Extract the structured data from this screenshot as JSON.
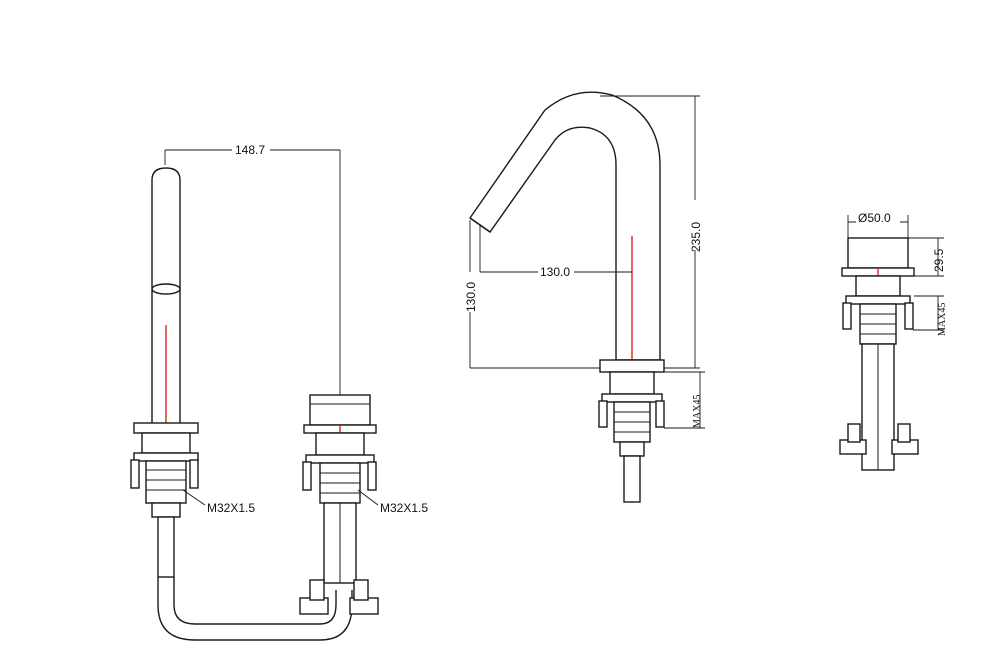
{
  "dimensions": {
    "spout_reach_left": "148.7",
    "thread_left_1": "M32X1.5",
    "thread_left_2": "M32X1.5",
    "height_total": "235.0",
    "spout_reach": "130.0",
    "spout_height": "130.0",
    "max_deck_1": "MAX45",
    "diameter": "Ø50.0",
    "handle_height": "29.5",
    "max_deck_2": "MAX45"
  },
  "colors": {
    "line": "#1a1a1a",
    "centerline": "#d9261c",
    "background": "#ffffff"
  }
}
